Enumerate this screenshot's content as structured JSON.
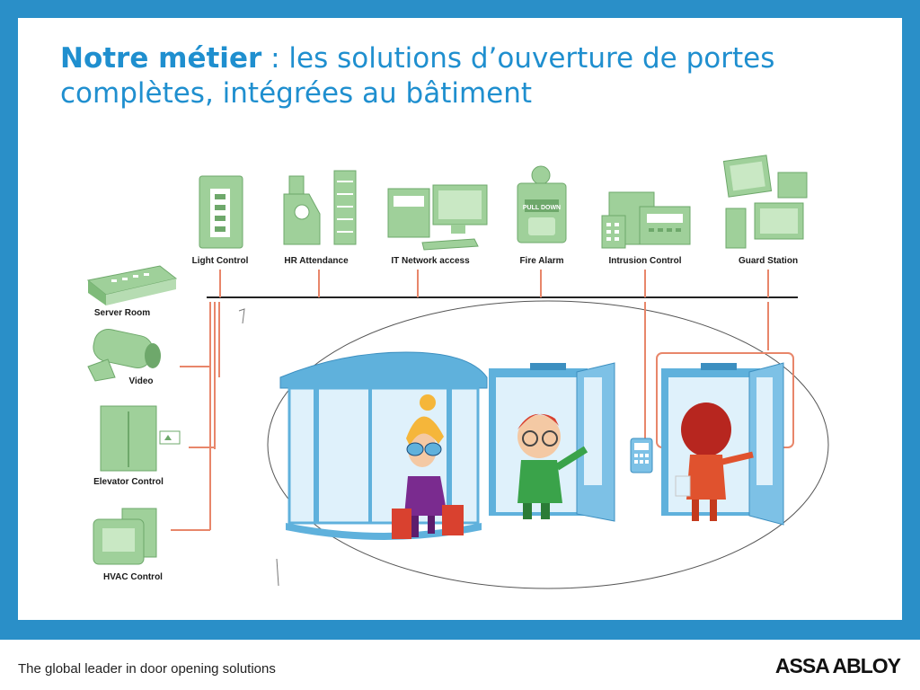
{
  "slide": {
    "title_bold": "Notre métier",
    "title_rest": " : les solutions d’ouverture de portes complètes, intégrées au bâtiment"
  },
  "footer": {
    "tagline": "The global leader in door opening solutions",
    "logo": "ASSA ABLOY"
  },
  "diagram": {
    "top_systems": [
      "Light Control",
      "HR Attendance",
      "IT Network access",
      "Fire Alarm",
      "Intrusion Control",
      "Guard Station"
    ],
    "side_systems": [
      "Server Room",
      "Video",
      "Elevator Control",
      "HVAC Control"
    ],
    "fire_panel_text": "PULL DOWN"
  },
  "colors": {
    "frame_blue": "#2a8fc8",
    "title_blue": "#1f8fcf",
    "device_green": "#9fd09a",
    "wire_orange": "#e8866a",
    "door_blue": "#5fb1dc"
  }
}
